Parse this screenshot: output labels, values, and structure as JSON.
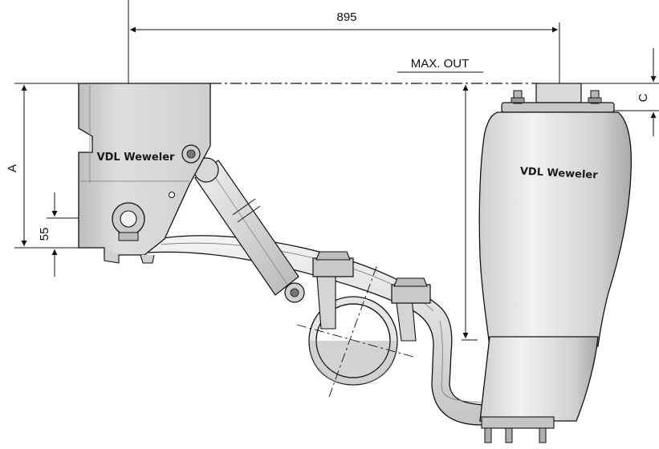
{
  "dimensions": {
    "overall_width": "895",
    "max_out_label": "MAX. OUT",
    "height_label": "A",
    "pivot_offset": "55",
    "clearance_label": "C"
  },
  "branding": {
    "bracket_logo": "VDL Weweler",
    "bellow_logo": "VDL Weweler"
  },
  "colors": {
    "line": "#111111",
    "metal_light": "#eeeeee",
    "metal_mid": "#c8c8c8",
    "metal_dark": "#8a8a8a"
  }
}
